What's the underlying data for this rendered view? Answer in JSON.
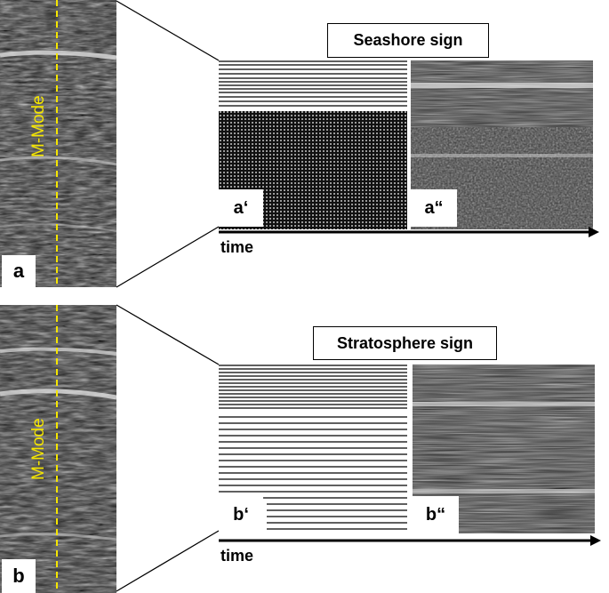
{
  "panel_a": {
    "label": "a",
    "mmode_label": "M-Mode",
    "sign_title": "Seashore sign",
    "sub_label_schematic": "a‘",
    "sub_label_image": "a“",
    "time_label": "time"
  },
  "panel_b": {
    "label": "b",
    "mmode_label": "M-Mode",
    "sign_title": "Stratosphere sign",
    "sub_label_schematic": "b‘",
    "sub_label_image": "b“",
    "time_label": "time"
  },
  "colors": {
    "mmode_line": "#f5e600",
    "ink": "#000000",
    "background": "#ffffff"
  }
}
